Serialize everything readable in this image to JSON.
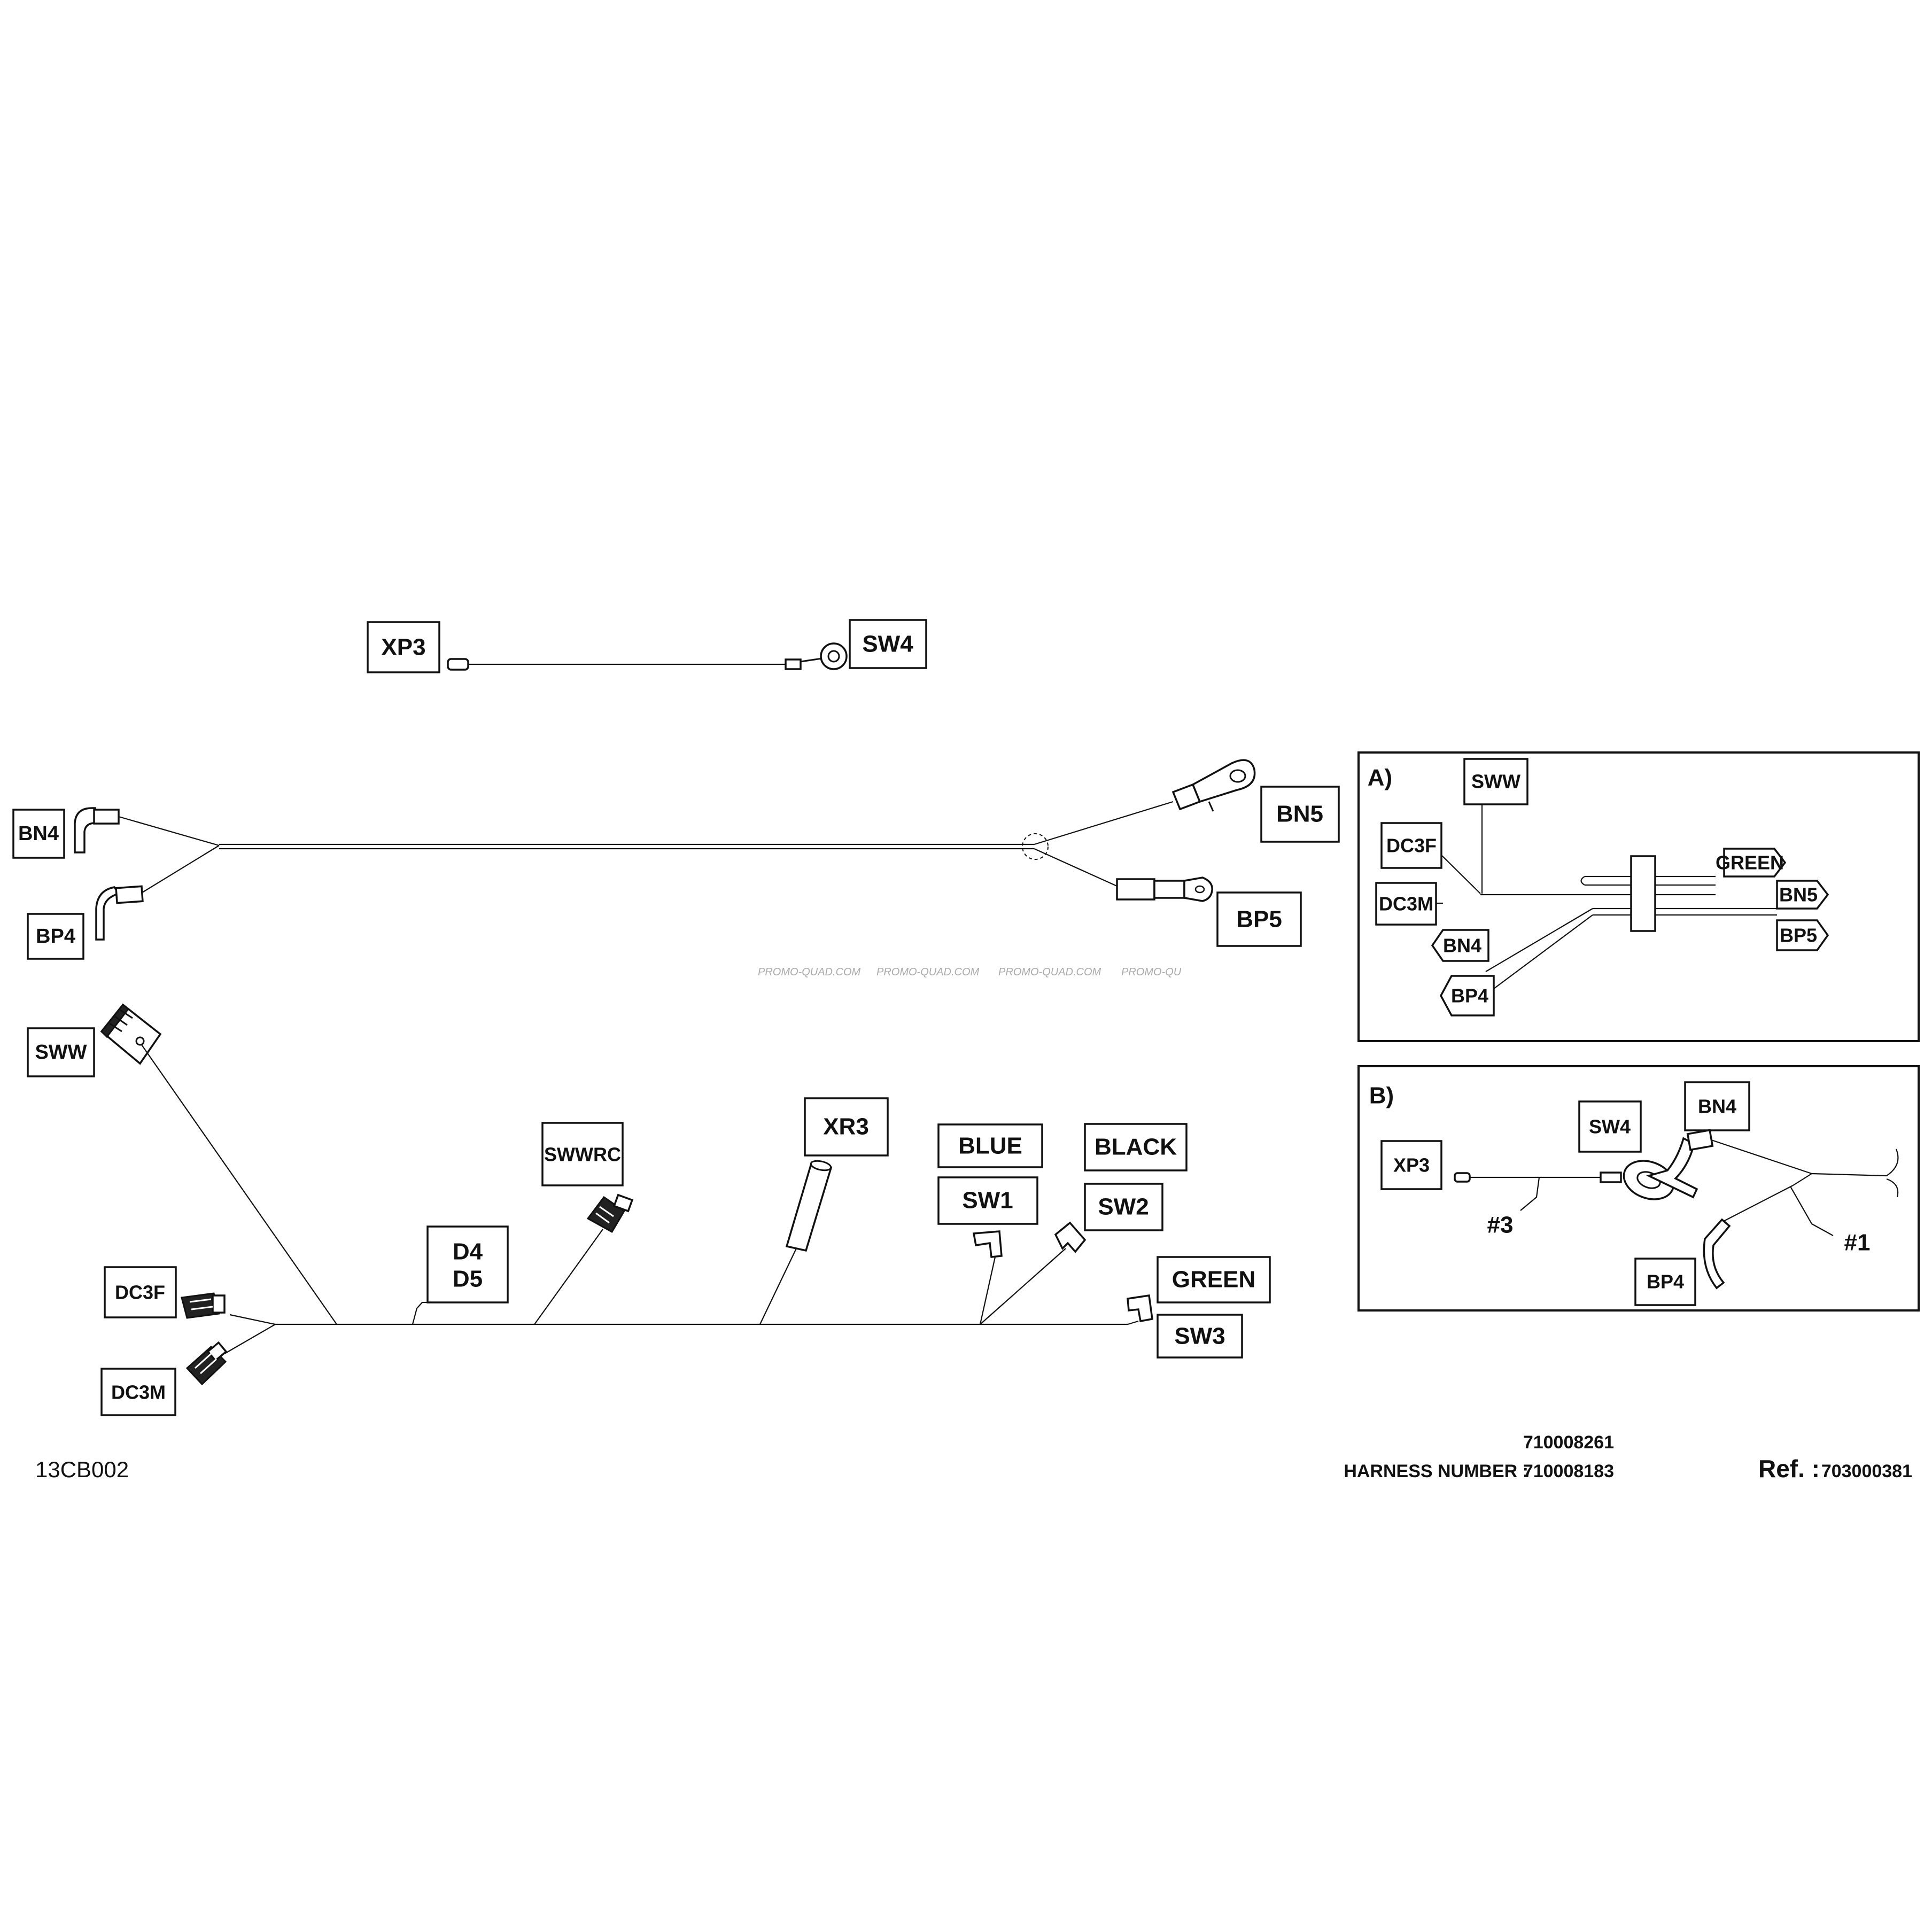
{
  "labels": {
    "xp3": "XP3",
    "sw4": "SW4",
    "bn4": "BN4",
    "bp4": "BP4",
    "bn5": "BN5",
    "bp5": "BP5",
    "sww": "SWW",
    "swwrc": "SWWRC",
    "xr3": "XR3",
    "d4": "D4",
    "d5": "D5",
    "dc3f": "DC3F",
    "dc3m": "DC3M",
    "blue": "BLUE",
    "black": "BLACK",
    "sw1": "SW1",
    "sw2": "SW2",
    "green": "GREEN",
    "sw3": "SW3"
  },
  "detail_a": {
    "title": "A)",
    "sww": "SWW",
    "dc3f": "DC3F",
    "dc3m": "DC3M",
    "green": "GREEN",
    "bn5": "BN5",
    "bp5": "BP5",
    "bn4": "BN4",
    "bp4": "BP4"
  },
  "detail_b": {
    "title": "B)",
    "xp3": "XP3",
    "sw4": "SW4",
    "bn4": "BN4",
    "bp4": "BP4",
    "callout_3": "#3",
    "callout_1": "#1"
  },
  "watermark": [
    "PROMO-QUAD.COM",
    "PROMO-QUAD.COM",
    "PROMO-QUAD.COM",
    "PROMO-QU"
  ],
  "footer": {
    "drawing_code": "13CB002",
    "harness_label": "HARNESS NUMBER :",
    "harness_number_1": "710008261",
    "harness_number_2": "710008183",
    "ref_label": "Ref. :",
    "ref_number": "703000381"
  }
}
